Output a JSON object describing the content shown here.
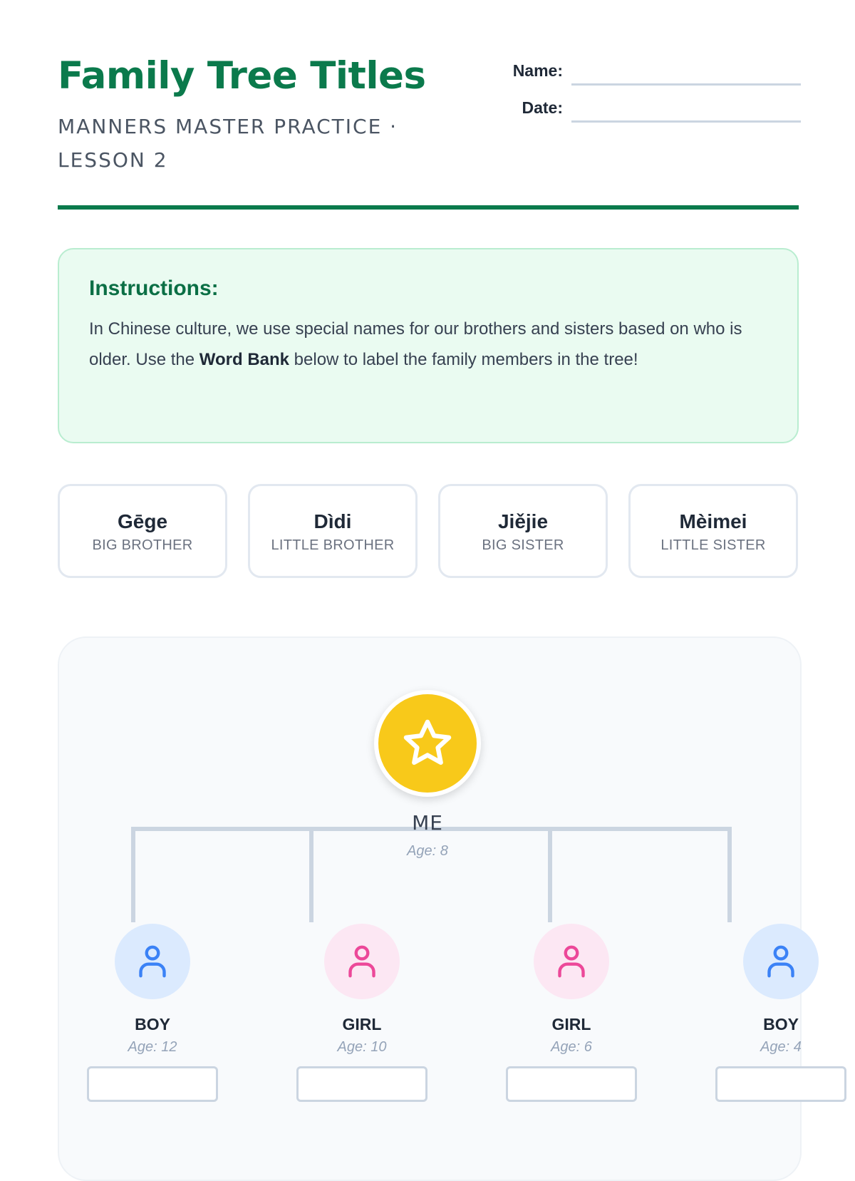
{
  "header": {
    "title": "Family Tree Titles",
    "subtitle": "MANNERS MASTER PRACTICE · LESSON 2",
    "name_label": "Name:",
    "date_label": "Date:"
  },
  "instructions": {
    "heading": "Instructions:",
    "text_before": "In Chinese culture, we use special names for our brothers and sisters based on who is older. Use the ",
    "text_bold": "Word Bank",
    "text_after": " below to label the family members in the tree!"
  },
  "word_bank": [
    {
      "pinyin": "Gēge",
      "meaning": "BIG BROTHER"
    },
    {
      "pinyin": "Dìdi",
      "meaning": "LITTLE BROTHER"
    },
    {
      "pinyin": "Jiějie",
      "meaning": "BIG SISTER"
    },
    {
      "pinyin": "Mèimei",
      "meaning": "LITTLE SISTER"
    }
  ],
  "tree": {
    "me": {
      "label": "ME",
      "age": "Age: 8",
      "icon": "star-icon"
    },
    "siblings": [
      {
        "gender": "BOY",
        "age": "Age: 12",
        "icon": "person-icon"
      },
      {
        "gender": "GIRL",
        "age": "Age: 10",
        "icon": "person-icon"
      },
      {
        "gender": "GIRL",
        "age": "Age: 6",
        "icon": "person-icon"
      },
      {
        "gender": "BOY",
        "age": "Age: 4",
        "icon": "person-icon"
      }
    ]
  },
  "colors": {
    "accent": "#0b7a4c",
    "me": "#f8c91a",
    "boy": "#3b82f6",
    "girl": "#ec4899"
  }
}
